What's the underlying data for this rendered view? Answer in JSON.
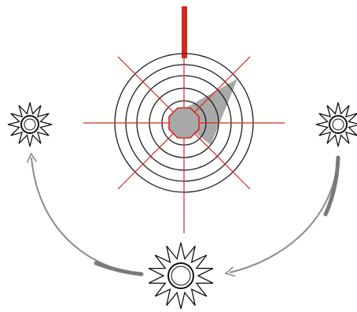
{
  "diagram": {
    "description_free": true,
    "colors": {
      "background": "#ffffff",
      "accent_red": "#d42a1e",
      "ring_stroke": "#1a1a1a",
      "shadow_gray": "#9a9a9a",
      "arrow_gray": "#8c8c8c",
      "sun_stroke": "#111111"
    },
    "rings": {
      "count": 5
    },
    "suns": [
      {
        "id": "left",
        "icon": "sun-icon"
      },
      {
        "id": "right",
        "icon": "sun-icon"
      },
      {
        "id": "bottom",
        "icon": "sun-icon"
      }
    ],
    "arrows": [
      {
        "id": "right-to-bottom",
        "icon": "curved-arrow-icon"
      },
      {
        "id": "bottom-to-left",
        "icon": "curved-arrow-icon"
      }
    ]
  }
}
